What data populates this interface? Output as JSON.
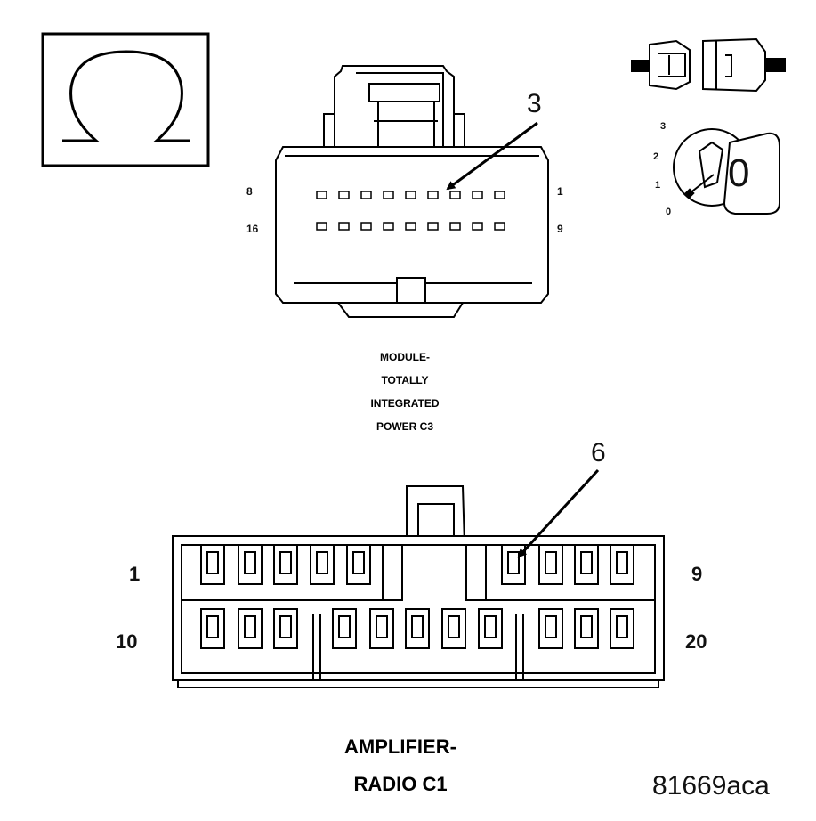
{
  "ohm_icon": {
    "symbol": "Ω",
    "icon": "ohmmeter-icon"
  },
  "ignition_icons": {
    "connector_icon": "connector-disconnected-icon",
    "key_icon": "ignition-key-off-icon",
    "positions": [
      "3",
      "2",
      "1",
      "0"
    ],
    "key_label": "0"
  },
  "module_connector": {
    "callout": "3",
    "pin_labels": {
      "top_left": "8",
      "top_right": "1",
      "bottom_left": "16",
      "bottom_right": "9"
    },
    "title_lines": [
      "MODULE-",
      "TOTALLY",
      "INTEGRATED",
      "POWER C3"
    ]
  },
  "amp_connector": {
    "callout": "6",
    "pin_labels": {
      "top_left": "1",
      "top_right": "9",
      "bottom_left": "10",
      "bottom_right": "20"
    },
    "title_lines": [
      "AMPLIFIER-",
      "RADIO C1"
    ]
  },
  "figure_id": "81669aca"
}
